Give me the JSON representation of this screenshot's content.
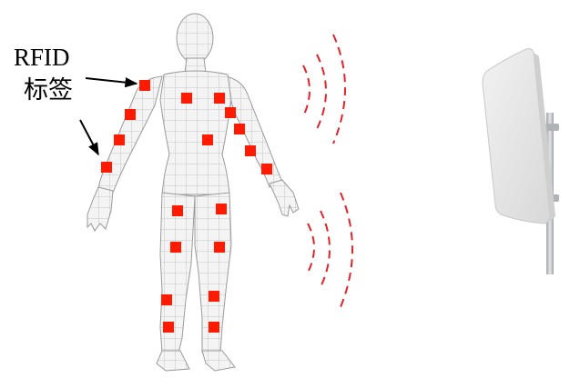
{
  "label": {
    "line1": "RFID",
    "line2": "标签"
  },
  "colors": {
    "tag": "#ff1a00",
    "wave": "#e0242a",
    "arrow": "#000000",
    "mesh_line": "#b9b9b9",
    "body_fill": "#f4f4f4",
    "antenna_panel": "#e6e6e6",
    "antenna_pole": "#bfc3c6"
  },
  "scene": {
    "figure": "3d-human-mesh",
    "tag_count": 20,
    "wave_groups": 2,
    "antenna": "rfid-panel-antenna"
  }
}
